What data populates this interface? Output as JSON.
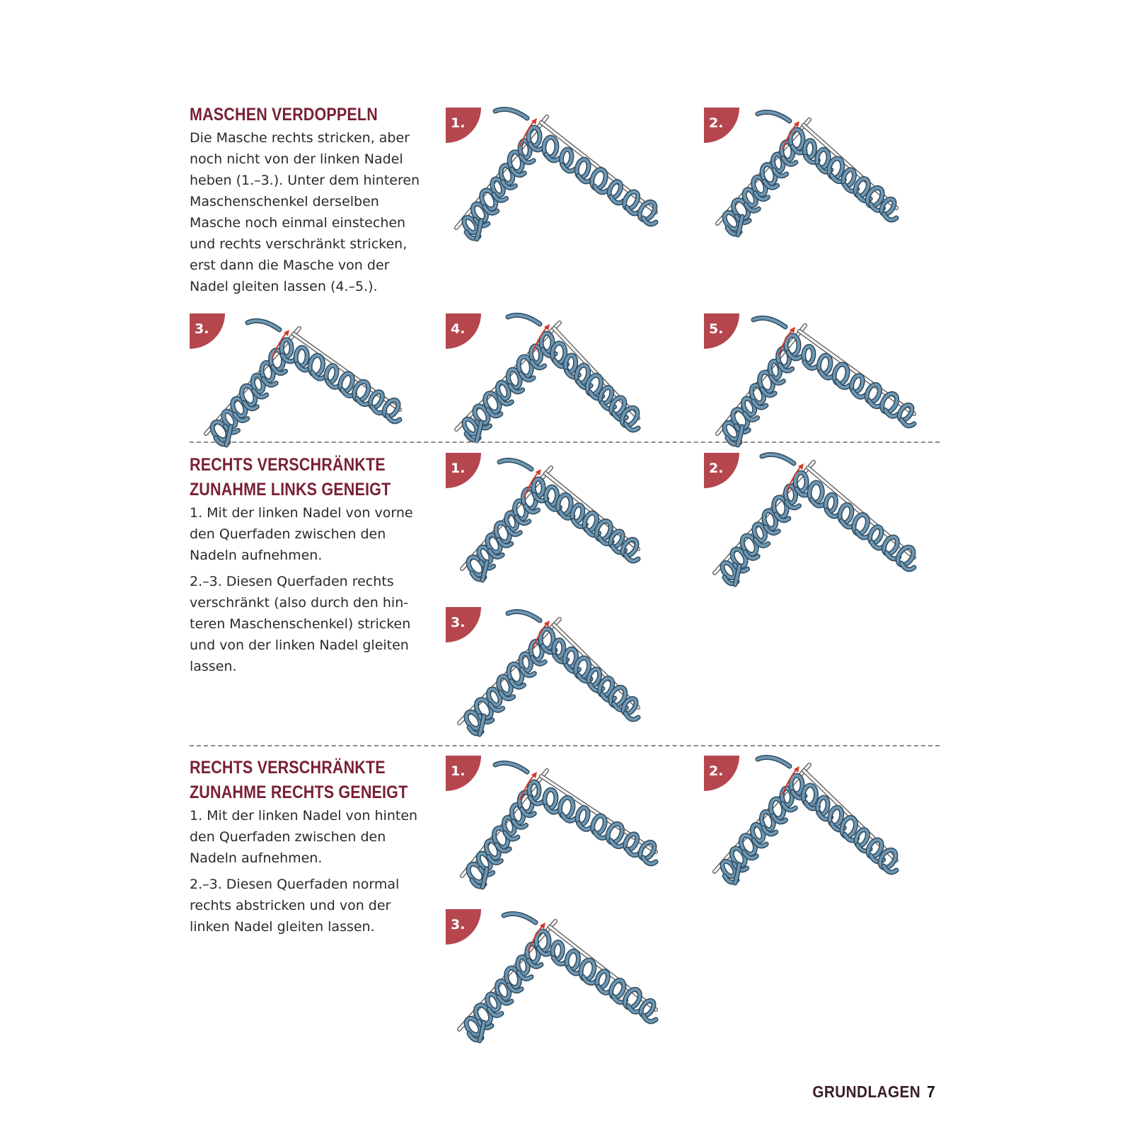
{
  "sections": [
    {
      "title_lines": [
        "MASCHEN VERDOPPELN"
      ],
      "paragraphs": [
        [
          "Die Masche rechts stricken, aber",
          "noch nicht von der linken Nadel",
          "heben (1.–3.). Unter dem hinteren",
          "Maschenschenkel derselben",
          "Masche noch einmal einstechen",
          "und rechts verschränkt stricken,",
          "erst dann die Masche von der",
          "Nadel gleiten lassen (4.–5.)."
        ]
      ],
      "steps": [
        "1.",
        "2.",
        "3.",
        "4.",
        "5."
      ]
    },
    {
      "title_lines": [
        "RECHTS VERSCHRÄNKTE",
        "ZUNAHME LINKS GENEIGT"
      ],
      "paragraphs": [
        [
          "1. Mit der linken Nadel von vorne",
          "den Querfaden zwischen den",
          "Nadeln aufnehmen."
        ],
        [
          "2.–3. Diesen Querfaden rechts",
          "verschränkt (also durch den hin-",
          "teren Maschenschenkel) stricken",
          "und von der linken Nadel gleiten",
          "lassen."
        ]
      ],
      "steps": [
        "1.",
        "2.",
        "3."
      ]
    },
    {
      "title_lines": [
        "RECHTS VERSCHRÄNKTE",
        "ZUNAHME RECHTS GENEIGT"
      ],
      "paragraphs": [
        [
          "1. Mit der linken Nadel von hinten",
          "den Querfaden zwischen den",
          "Nadeln aufnehmen."
        ],
        [
          "2.–3. Diesen Querfaden normal",
          "rechts abstricken und von der",
          "linken Nadel gleiten lassen."
        ]
      ],
      "steps": [
        "1.",
        "2.",
        "3."
      ]
    }
  ],
  "footer": {
    "label": "GRUNDLAGEN",
    "page_number": "7"
  },
  "colors": {
    "heading": "#7a1f33",
    "badge": "#b5464e",
    "yarn": "#6e97b3",
    "yarn_outline": "#2f4a5e",
    "arrow": "#d23a2a",
    "needle": "#f4f4f4"
  }
}
